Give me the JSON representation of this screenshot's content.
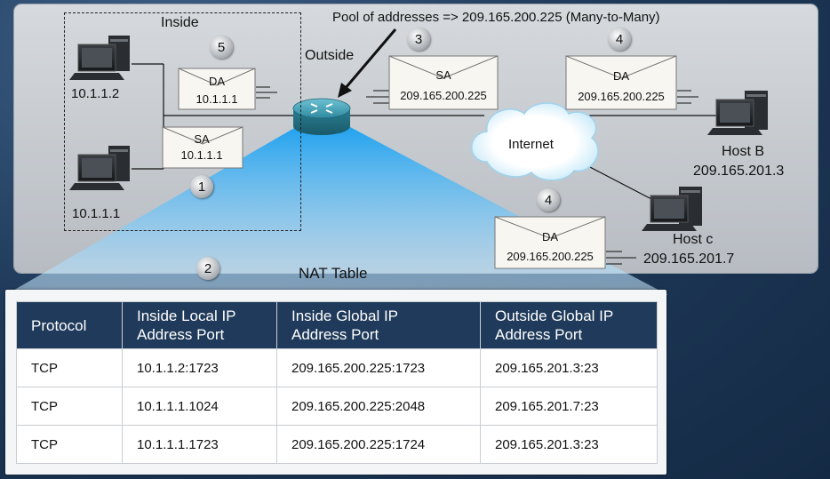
{
  "labels": {
    "inside": "Inside",
    "outside": "Outside",
    "pool": "Pool of addresses => 209.165.200.225 (Many-to-Many)",
    "internet": "Internet",
    "nat_table_title": "NAT Table"
  },
  "hosts": {
    "pc1": "10.1.1.2",
    "pc2": "10.1.1.1",
    "host_b_name": "Host B",
    "host_b_ip": "209.165.201.3",
    "host_c_name": "Host c",
    "host_c_ip": "209.165.201.7"
  },
  "steps": [
    "5",
    "3",
    "4",
    "1",
    "4",
    "2"
  ],
  "envelopes": {
    "e5": {
      "label": "DA",
      "value": "10.1.1.1"
    },
    "e1": {
      "label": "SA",
      "value": "10.1.1.1"
    },
    "e3": {
      "label": "SA",
      "value": "209.165.200.225"
    },
    "e4a": {
      "label": "DA",
      "value": "209.165.200.225"
    },
    "e4b": {
      "label": "DA",
      "value": "209.165.200.225"
    }
  },
  "nat_table": {
    "headers": [
      "Protocol",
      "Inside Local IP Address Port",
      "Inside Global IP Address Port",
      "Outside Global IP Address Port"
    ],
    "header_lines": [
      [
        "Protocol"
      ],
      [
        "Inside Local IP",
        "Address Port"
      ],
      [
        "Inside Global IP",
        "Address Port"
      ],
      [
        "Outside Global IP",
        "Address Port"
      ]
    ],
    "rows": [
      [
        "TCP",
        "10.1.1.2:1723",
        "209.165.200.225:1723",
        "209.165.201.3:23"
      ],
      [
        "TCP",
        "10.1.1.1.1024",
        "209.165.200.225:2048",
        "209.165.201.7:23"
      ],
      [
        "TCP",
        "10.1.1.1.1723",
        "209.165.200.225:1724",
        "209.165.201.3:23"
      ]
    ]
  },
  "colors": {
    "header_bg": "#1f3a5a",
    "beam": "#2fa9f0",
    "router": "#2f8aa0"
  }
}
